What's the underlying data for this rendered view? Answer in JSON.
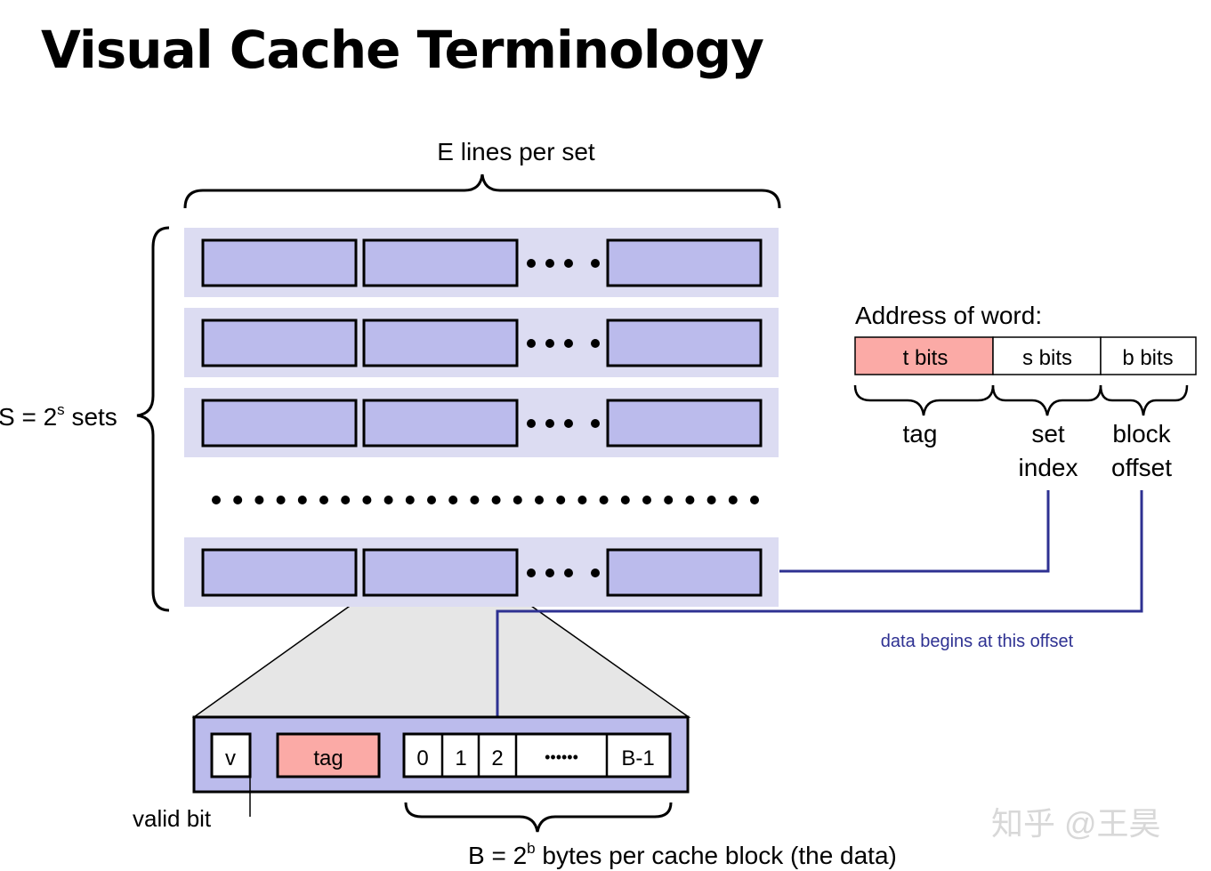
{
  "title": "Visual Cache Terminology",
  "labels": {
    "e_lines": "E lines per set",
    "s_sets_prefix": "S = 2",
    "s_sets_sup": "s",
    "s_sets_suffix": " sets",
    "address_title": "Address of word:",
    "t_bits": "t bits",
    "s_bits": "s bits",
    "b_bits": "b bits",
    "tag": "tag",
    "set": "set",
    "index": "index",
    "block": "block",
    "offset": "offset",
    "data_offset": "data begins at this offset",
    "valid_bit": "valid bit",
    "b_bytes_prefix": "B = 2",
    "b_bytes_sup": "b",
    "b_bytes_suffix": " bytes per cache block (the data)",
    "watermark": "知乎 @王昊"
  },
  "line": {
    "v": "v",
    "tag": "tag",
    "bytes": [
      "0",
      "1",
      "2",
      "••••••",
      "B-1"
    ]
  },
  "colors": {
    "set_bg": "#dcdcf2",
    "line_fill": "#bbbbec",
    "tag_fill": "#fbaaa6",
    "connector": "#2e3192",
    "zoom_fill": "#e6e6e6"
  }
}
